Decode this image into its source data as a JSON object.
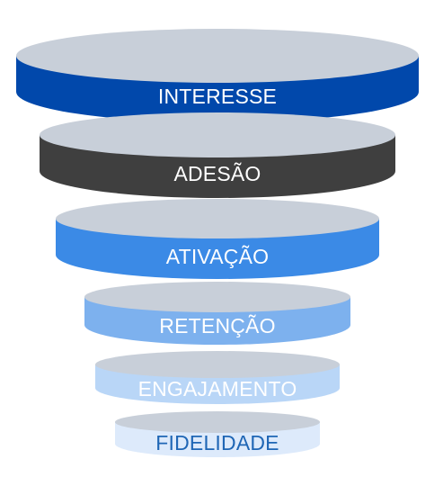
{
  "stages": [
    {
      "label": "INTERESSE",
      "color": "#0148AB",
      "text_color": "#FFFFFF"
    },
    {
      "label": "ADESÃO",
      "color": "#3F3F3F",
      "text_color": "#FFFFFF"
    },
    {
      "label": "ATIVAÇÃO",
      "color": "#3B8AE6",
      "text_color": "#FFFFFF"
    },
    {
      "label": "RETENÇÃO",
      "color": "#7DB1EE",
      "text_color": "#FFFFFF"
    },
    {
      "label": "ENGAJAMENTO",
      "color": "#B9D6F7",
      "text_color": "#FFFFFF"
    },
    {
      "label": "FIDELIDADE",
      "color": "#DDEAFB",
      "text_color": "#1F66B5"
    }
  ],
  "top_color": "#C8CFD9"
}
